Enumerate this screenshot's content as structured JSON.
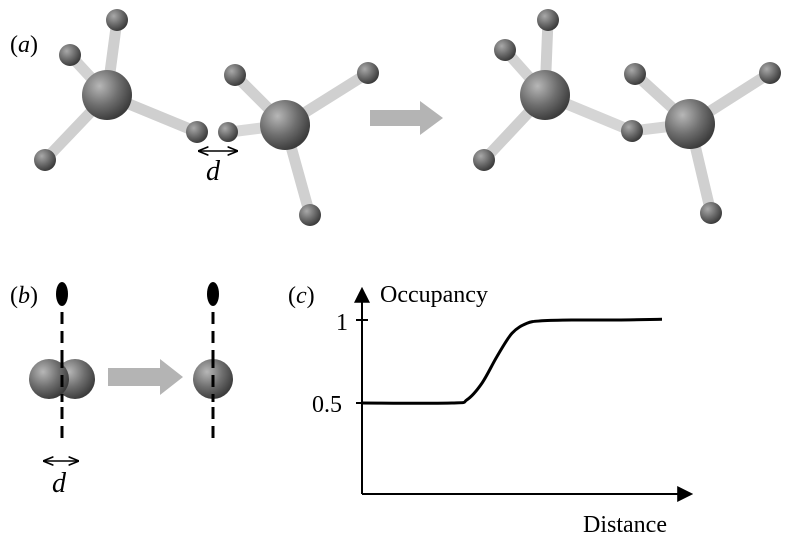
{
  "panels": {
    "a": {
      "label": "a"
    },
    "b": {
      "label": "b"
    },
    "c": {
      "label": "c"
    }
  },
  "labels": {
    "distance_symbol": "d"
  },
  "chart_data": {
    "type": "line",
    "title": "",
    "xlabel": "Distance",
    "ylabel": "Occupancy",
    "yticks": [
      "0.5",
      "1"
    ],
    "series": [
      {
        "x": [
          0,
          0.3,
          0.35,
          0.4,
          0.45,
          0.5,
          0.55,
          0.6,
          0.7,
          0.85,
          1.0
        ],
        "values": [
          0.5,
          0.5,
          0.52,
          0.62,
          0.78,
          0.92,
          0.98,
          0.995,
          1.0,
          1.0,
          1.005
        ]
      }
    ],
    "grid": false,
    "legend": "none"
  }
}
